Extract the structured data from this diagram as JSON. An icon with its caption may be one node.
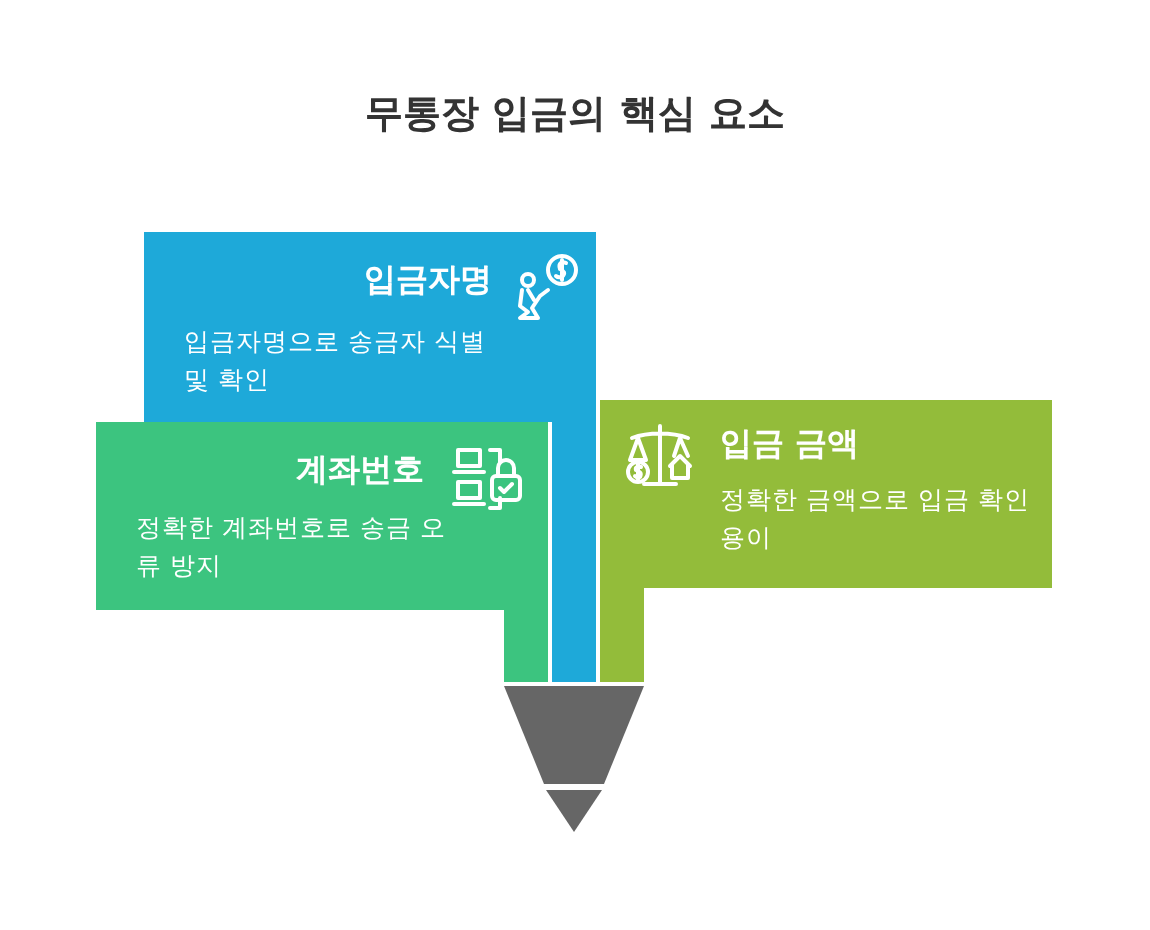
{
  "diagram": {
    "title": "무통장 입금의 핵심 요소",
    "nodes": [
      {
        "text": [
          "입금자명",
          "입금자명으로 송금자 식별 및 확인"
        ]
      },
      {
        "text": [
          "계좌번호",
          "정확한 계좌번호로 송금 오류 방지"
        ]
      },
      {
        "text": [
          "입금 금액",
          "정확한 금액으로 입금 확인 용이"
        ]
      }
    ]
  }
}
